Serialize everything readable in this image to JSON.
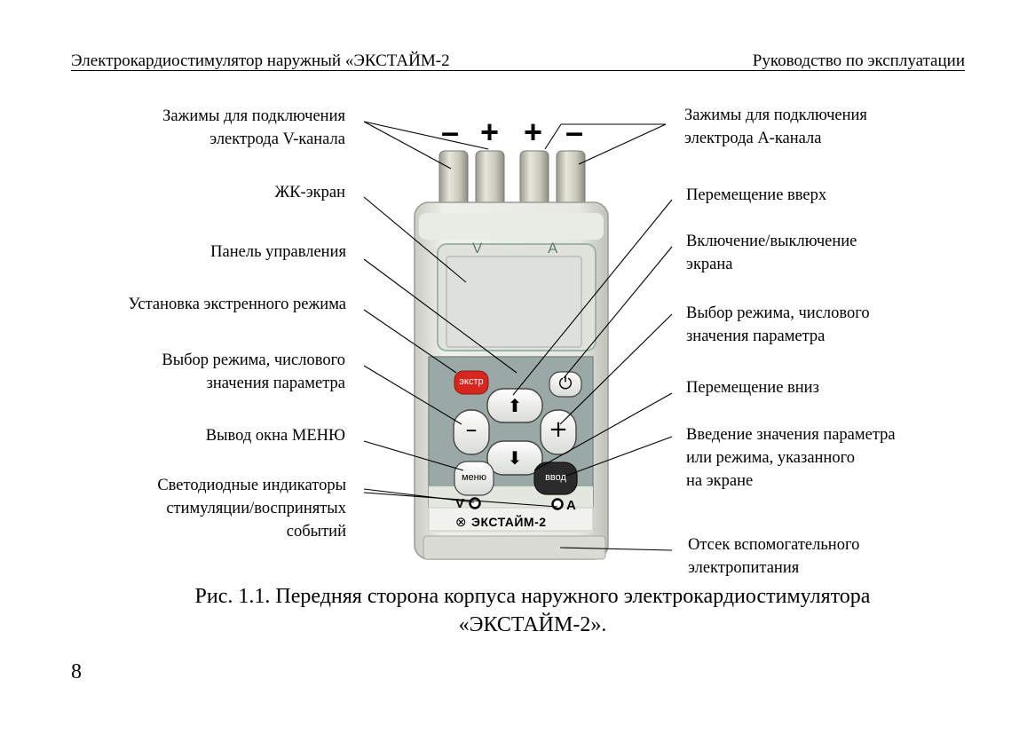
{
  "header": {
    "left": "Электрокардиостимулятор наружный «ЭКСТАЙМ-2",
    "right": "Руководство по эксплуатации"
  },
  "labels_left": {
    "v_terminals": [
      "Зажимы для подключения",
      "электрода V-канала"
    ],
    "lcd": "ЖК-экран",
    "control_panel": "Панель управления",
    "emergency_mode": "Установка экстренного режима",
    "select_minus": [
      "Выбор режима, числового",
      "значения параметра"
    ],
    "menu_output": "Вывод окна МЕНЮ",
    "led_indicators": [
      "Светодиодные индикаторы",
      "стимуляции/воспринятых",
      "событий"
    ]
  },
  "labels_right": {
    "a_terminals": [
      "Зажимы для подключения",
      "электрода А-канала"
    ],
    "move_up": "Перемещение вверх",
    "screen_toggle": [
      "Включение/выключение",
      "экрана"
    ],
    "select_plus": [
      "Выбор режима, числового",
      "значения параметра"
    ],
    "move_down": "Перемещение вниз",
    "enter_value": [
      "Введение значения параметра",
      "или режима, указанного",
      "на экране"
    ],
    "aux_power": [
      "Отсек вспомогательного",
      "электропитания"
    ]
  },
  "device": {
    "polarity": [
      "–",
      "+",
      "+",
      "–"
    ],
    "screen_labels": {
      "v": "V",
      "a": "A"
    },
    "buttons": {
      "emergency": "экстр",
      "up": "⬆",
      "power": "⏻",
      "minus": "–",
      "plus": "+",
      "down": "⬇",
      "menu": "меню",
      "enter": "ввод"
    },
    "led_labels": {
      "v": "V",
      "a": "A"
    },
    "brand": "ЭКСТАЙМ-2",
    "brand_symbol": "⊗"
  },
  "caption": [
    "Рис. 1.1. Передняя сторона корпуса наружного электрокардиостимулятора",
    "«ЭКСТАЙМ-2»."
  ],
  "page_number": "8"
}
